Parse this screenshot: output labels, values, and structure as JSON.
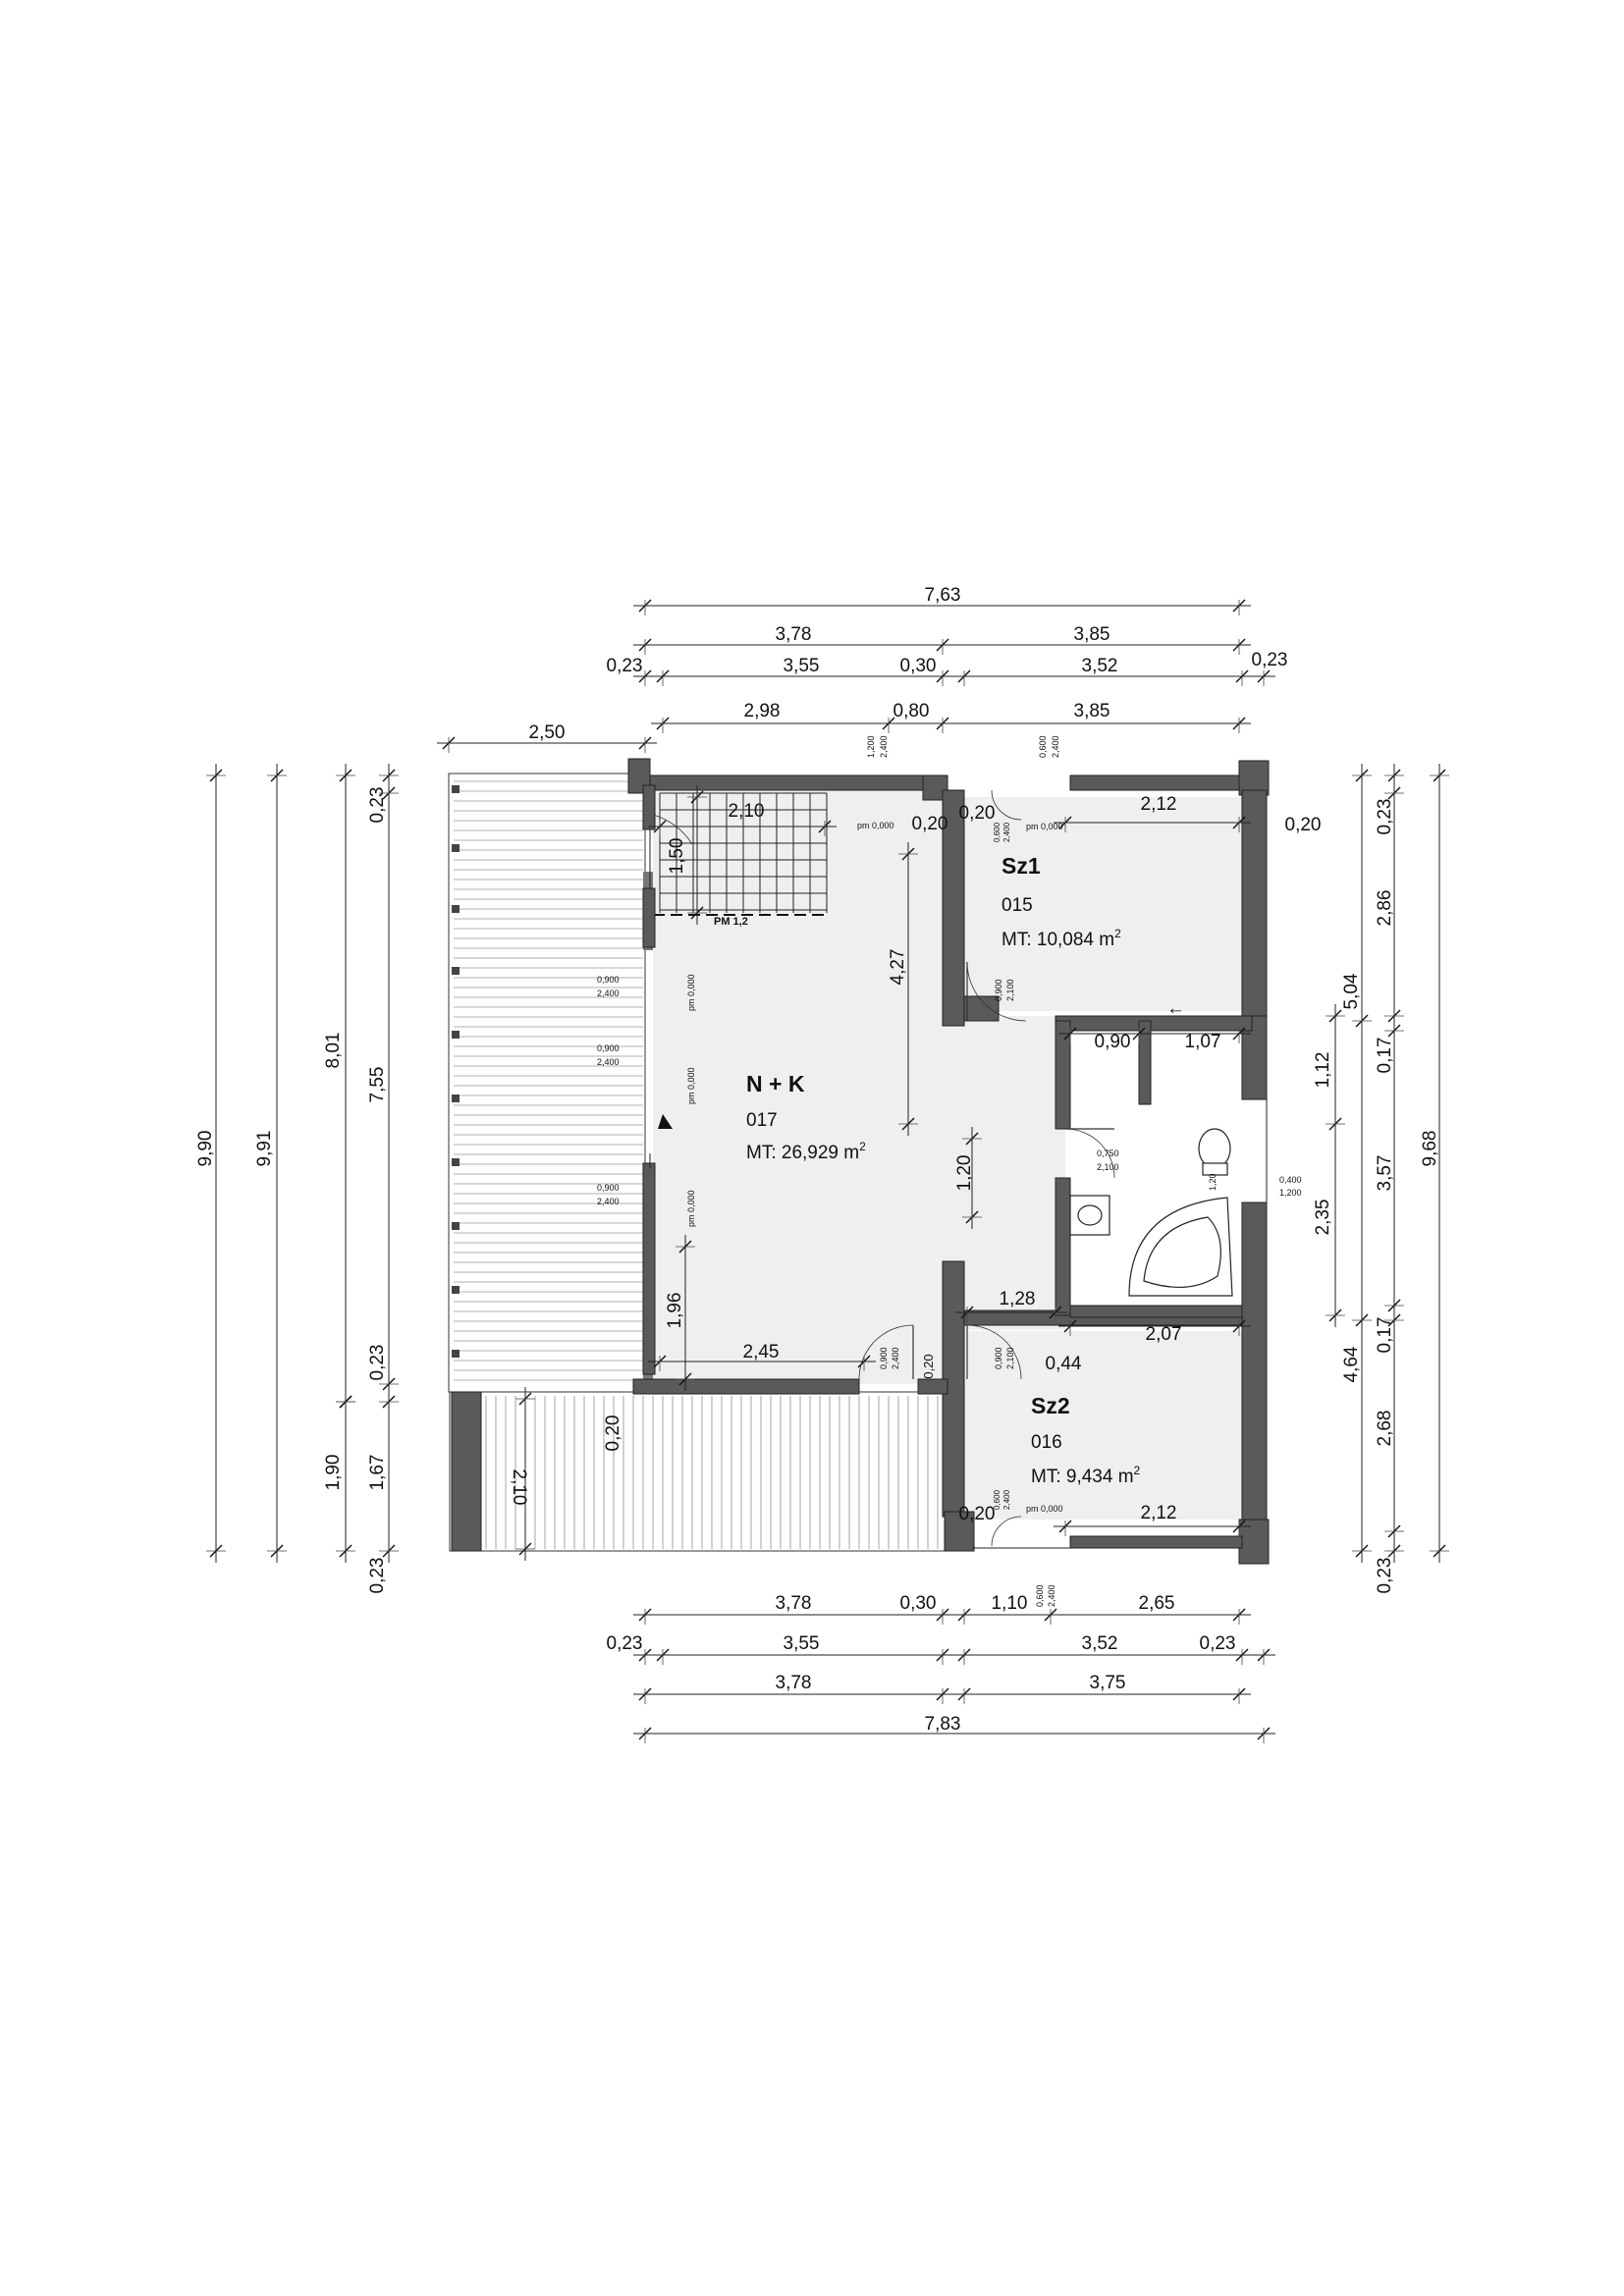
{
  "dims": {
    "top": {
      "overall": "7,63",
      "row2": [
        "3,78",
        "3,85"
      ],
      "row3": [
        "0,23",
        "3,55",
        "0,30",
        "3,52",
        "0,23"
      ],
      "row4": [
        "2,98",
        "0,80",
        "3,85"
      ],
      "terrace": "2,50"
    },
    "bottom": {
      "row1": [
        "3,78",
        "0,30",
        "1,10",
        "2,65"
      ],
      "row2": [
        "0,23",
        "3,55",
        "3,52",
        "0,23"
      ],
      "row3": [
        "3,78",
        "3,75"
      ],
      "overall": "7,83"
    },
    "left": {
      "a": "9,90",
      "b": "9,91",
      "c": "8,01",
      "d": "1,90",
      "e": "7,55",
      "f": "1,67",
      "g": [
        "0,23",
        "0,23",
        "0,23"
      ]
    },
    "right": {
      "overall": "9,68",
      "col1": [
        "5,04",
        "4,64"
      ],
      "col2": [
        "2,86",
        "3,57",
        "2,68"
      ],
      "col3": [
        "0,23",
        "0,17",
        "0,17",
        "0,23"
      ]
    },
    "interior": {
      "stair_w": "2,10",
      "stair_h": "1,50",
      "nk_h": "4,27",
      "corr": "1,20",
      "nk_low": "1,96",
      "nk_w": "2,45",
      "deck2_h": "2,10",
      "t020a": "0,20",
      "t020b": "0,20",
      "t020c": "0,20",
      "t020d": "0,20",
      "t020e": "0,20",
      "t020f": "0,20",
      "sz1_w": "2,12",
      "sz2_w": "2,12",
      "bath_a": "0,90",
      "bath_b": "1,07",
      "bath_c": "1,12",
      "bath_d": "2,35",
      "bath_e": "1,28",
      "bath_f": "0,44",
      "bath_g": "2,07"
    }
  },
  "rooms": {
    "nk": {
      "name": "N + K",
      "num": "017",
      "area": "MT: 26,929 m"
    },
    "sz1": {
      "name": "Sz1",
      "num": "015",
      "area": "MT: 10,084 m"
    },
    "sz2": {
      "name": "Sz2",
      "num": "016",
      "area": "MT: 9,434 m"
    }
  },
  "labels": {
    "sq": "2",
    "pm": "pm 0,000",
    "pm_stair": "PM 1,2",
    "win": [
      "0,900",
      "2,400"
    ],
    "door": [
      "0,900",
      "2,100"
    ],
    "door_bath": [
      "0,750",
      "2,100"
    ],
    "win_bath": [
      "0,400",
      "1,200"
    ],
    "win_top": [
      "1,200",
      "2,400"
    ],
    "win_top2": [
      "0,600",
      "2,400"
    ],
    "win_sz2": [
      "0,600",
      "2,400"
    ],
    "win_bot": [
      "0,600",
      "2,400"
    ],
    "bath_h": "1,20",
    "arrow": "←"
  }
}
